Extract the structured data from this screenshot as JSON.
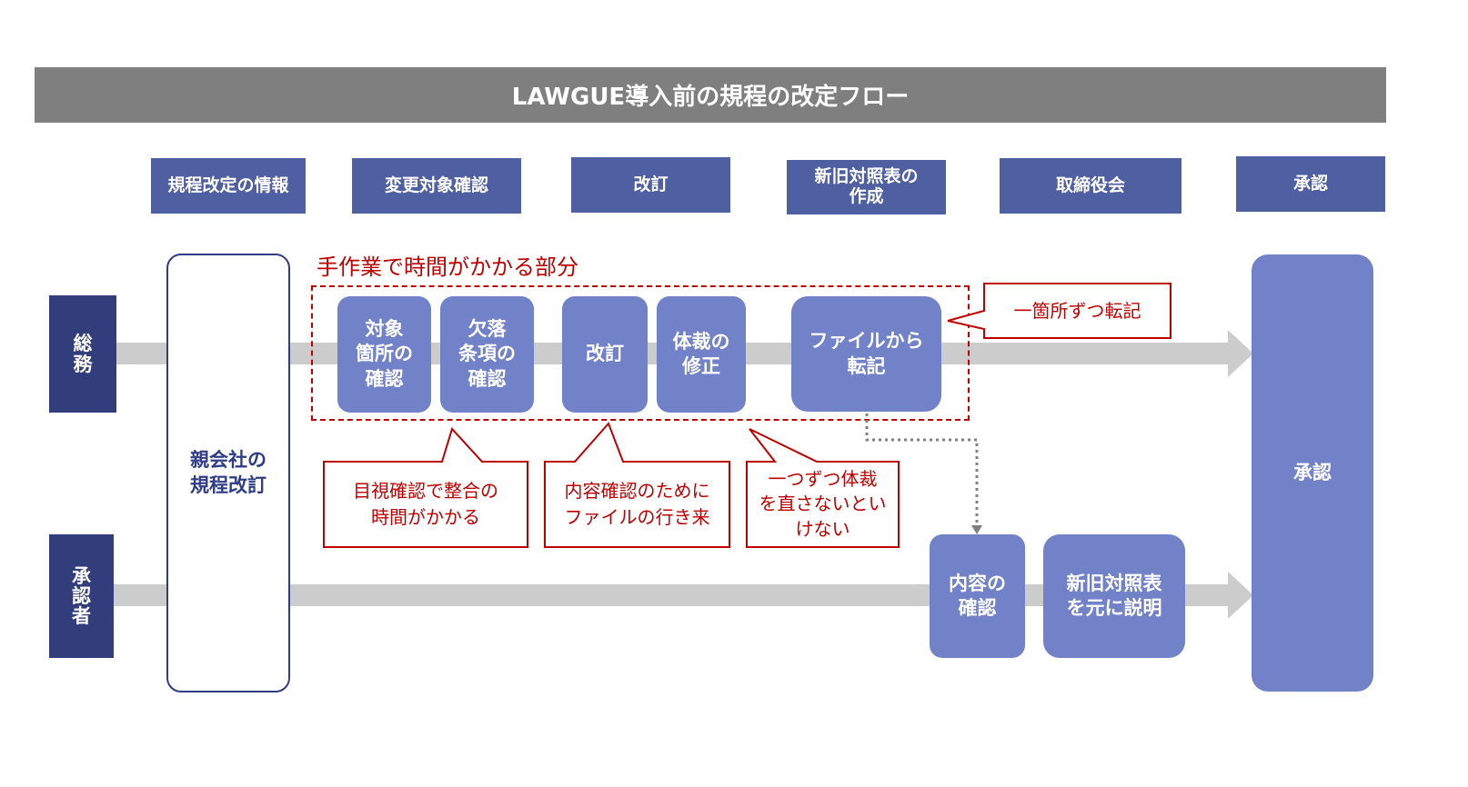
{
  "title": "LAWGUE導入前の規程の改定フロー",
  "phases": [
    "規程改定の情報",
    "変更対象確認",
    "改訂",
    "新旧対照表の\n作成",
    "取締役会",
    "承認"
  ],
  "lanes": {
    "general_affairs": "総\n務",
    "approver": "承\n認\n者"
  },
  "parent_company": "親会社の\n規程改訂",
  "manual_work_label": "手作業で時間がかかる部分",
  "steps": {
    "target_check": "対象\n箇所の\n確認",
    "missing_check": "欠落\n条項の\n確認",
    "revision": "改訂",
    "format_fix": "体裁の\n修正",
    "file_transcribe": "ファイルから\n転記",
    "content_check": "内容の\n確認",
    "explain": "新旧対照表\nを元に説明",
    "approval": "承認"
  },
  "callouts": {
    "transcribe_one_by_one": "一箇所ずつ転記",
    "visual_check": "目視確認で整合の\n時間がかかる",
    "file_back_forth": "内容確認のために\nファイルの行き来",
    "format_one_by_one": "一つずつ体裁\nを直さないとい\nけない"
  },
  "colors": {
    "title_bg": "#7f7f7f",
    "phase_bg": "#4e5fa2",
    "lane_bg": "#323d7c",
    "step_bg": "#7282c8",
    "highlight": "#c00000",
    "arrow": "#cccccc"
  }
}
